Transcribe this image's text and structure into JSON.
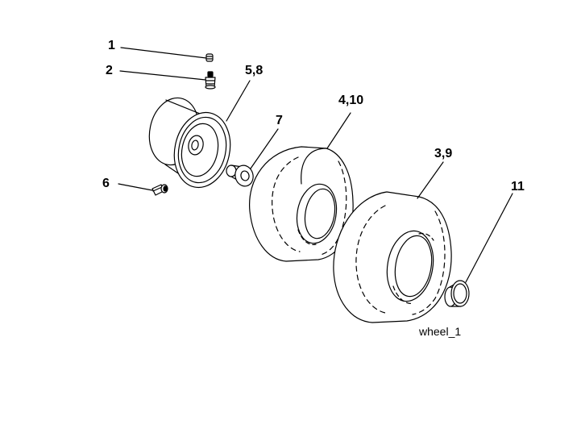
{
  "diagram": {
    "caption": "wheel_1",
    "callouts": {
      "c1": "1",
      "c2": "2",
      "c58": "5,8",
      "c7": "7",
      "c410": "4,10",
      "c39": "3,9",
      "c6": "6",
      "c11": "11"
    },
    "parts": [
      "valve cap",
      "valve stem",
      "wheel rim",
      "bushing",
      "front tire",
      "rear tire",
      "grease fitting",
      "hub cap"
    ]
  }
}
